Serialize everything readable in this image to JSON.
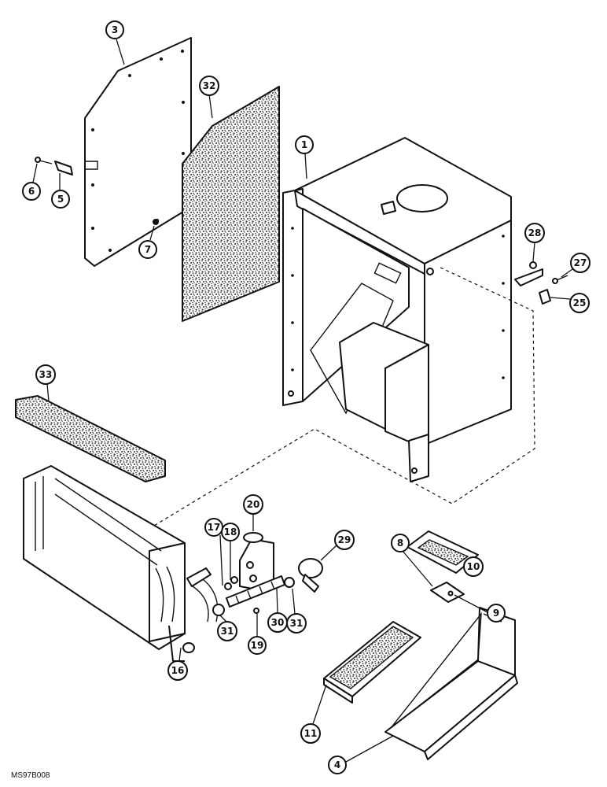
{
  "drawing_code": "MS97B008",
  "callouts": {
    "c1": "1",
    "c3": "3",
    "c4": "4",
    "c5": "5",
    "c6": "6",
    "c7": "7",
    "c8": "8",
    "c9": "9",
    "c10": "10",
    "c11": "11",
    "c16": "16",
    "c17": "17",
    "c18": "18",
    "c19": "19",
    "c20": "20",
    "c25": "25",
    "c27": "27",
    "c28": "28",
    "c29": "29",
    "c30": "30",
    "c31a": "31",
    "c31b": "31",
    "c32": "32",
    "c33": "33"
  },
  "colors": {
    "ink": "#111111",
    "paper": "#ffffff",
    "texture": "#555555"
  }
}
